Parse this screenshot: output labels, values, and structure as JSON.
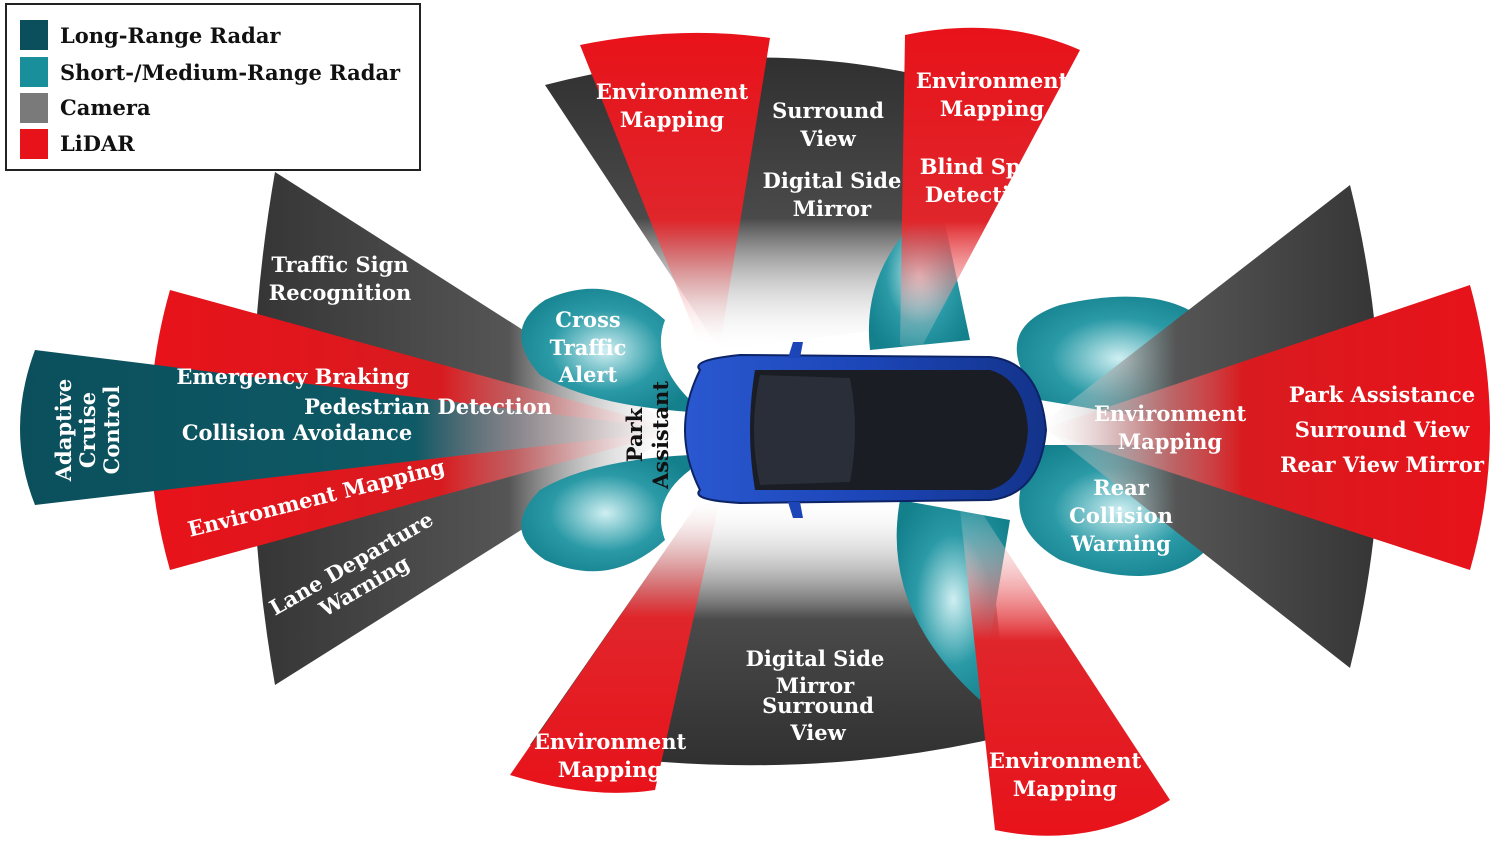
{
  "colors": {
    "long_range_radar": "#0b4f5c",
    "short_medium_radar": "#1a8f9c",
    "camera": "#3a3a3a",
    "lidar": "#e8121a",
    "car_body": "#1c46b8"
  },
  "legend": {
    "items": [
      {
        "label": "Long-Range Radar",
        "color": "#0b4f5c"
      },
      {
        "label": "Short-/Medium-Range Radar",
        "color": "#1a8f9c"
      },
      {
        "label": "Camera",
        "color": "#7a7a7a"
      },
      {
        "label": "LiDAR",
        "color": "#e8121a"
      }
    ]
  },
  "labels": {
    "adaptive_cruise": [
      "Adaptive",
      "Cruise",
      "Control"
    ],
    "traffic_sign": [
      "Traffic Sign",
      "Recognition"
    ],
    "emergency_braking": "Emergency Braking",
    "pedestrian_detection": "Pedestrian Detection",
    "collision_avoidance": "Collision Avoidance",
    "env_mapping_front": "Environment Mapping",
    "lane_departure": [
      "Lane Departure",
      "Warning"
    ],
    "cross_traffic": [
      "Cross",
      "Traffic",
      "Alert"
    ],
    "park_assistant": [
      "Park",
      "Assistant"
    ],
    "env_mapping_top_left": [
      "Environment",
      "Mapping"
    ],
    "surround_view_top": [
      "Surround",
      "View"
    ],
    "digital_side_mirror_top": [
      "Digital Side",
      "Mirror"
    ],
    "env_mapping_top_right": [
      "Environment",
      "Mapping"
    ],
    "blind_spot": [
      "Blind Spot",
      "Detection"
    ],
    "env_mapping_rear_short": [
      "Environment",
      "Mapping"
    ],
    "rear_collision": [
      "Rear",
      "Collision",
      "Warning"
    ],
    "park_assistance": "Park Assistance",
    "surround_view_rear": "Surround View",
    "rear_view_mirror": "Rear View Mirror",
    "digital_side_mirror_bottom": [
      "Digital Side",
      "Mirror"
    ],
    "surround_view_bottom": [
      "Surround",
      "View"
    ],
    "env_mapping_bottom_left": [
      "Environment",
      "Mapping"
    ],
    "env_mapping_bottom_right": [
      "Environment",
      "Mapping"
    ]
  }
}
